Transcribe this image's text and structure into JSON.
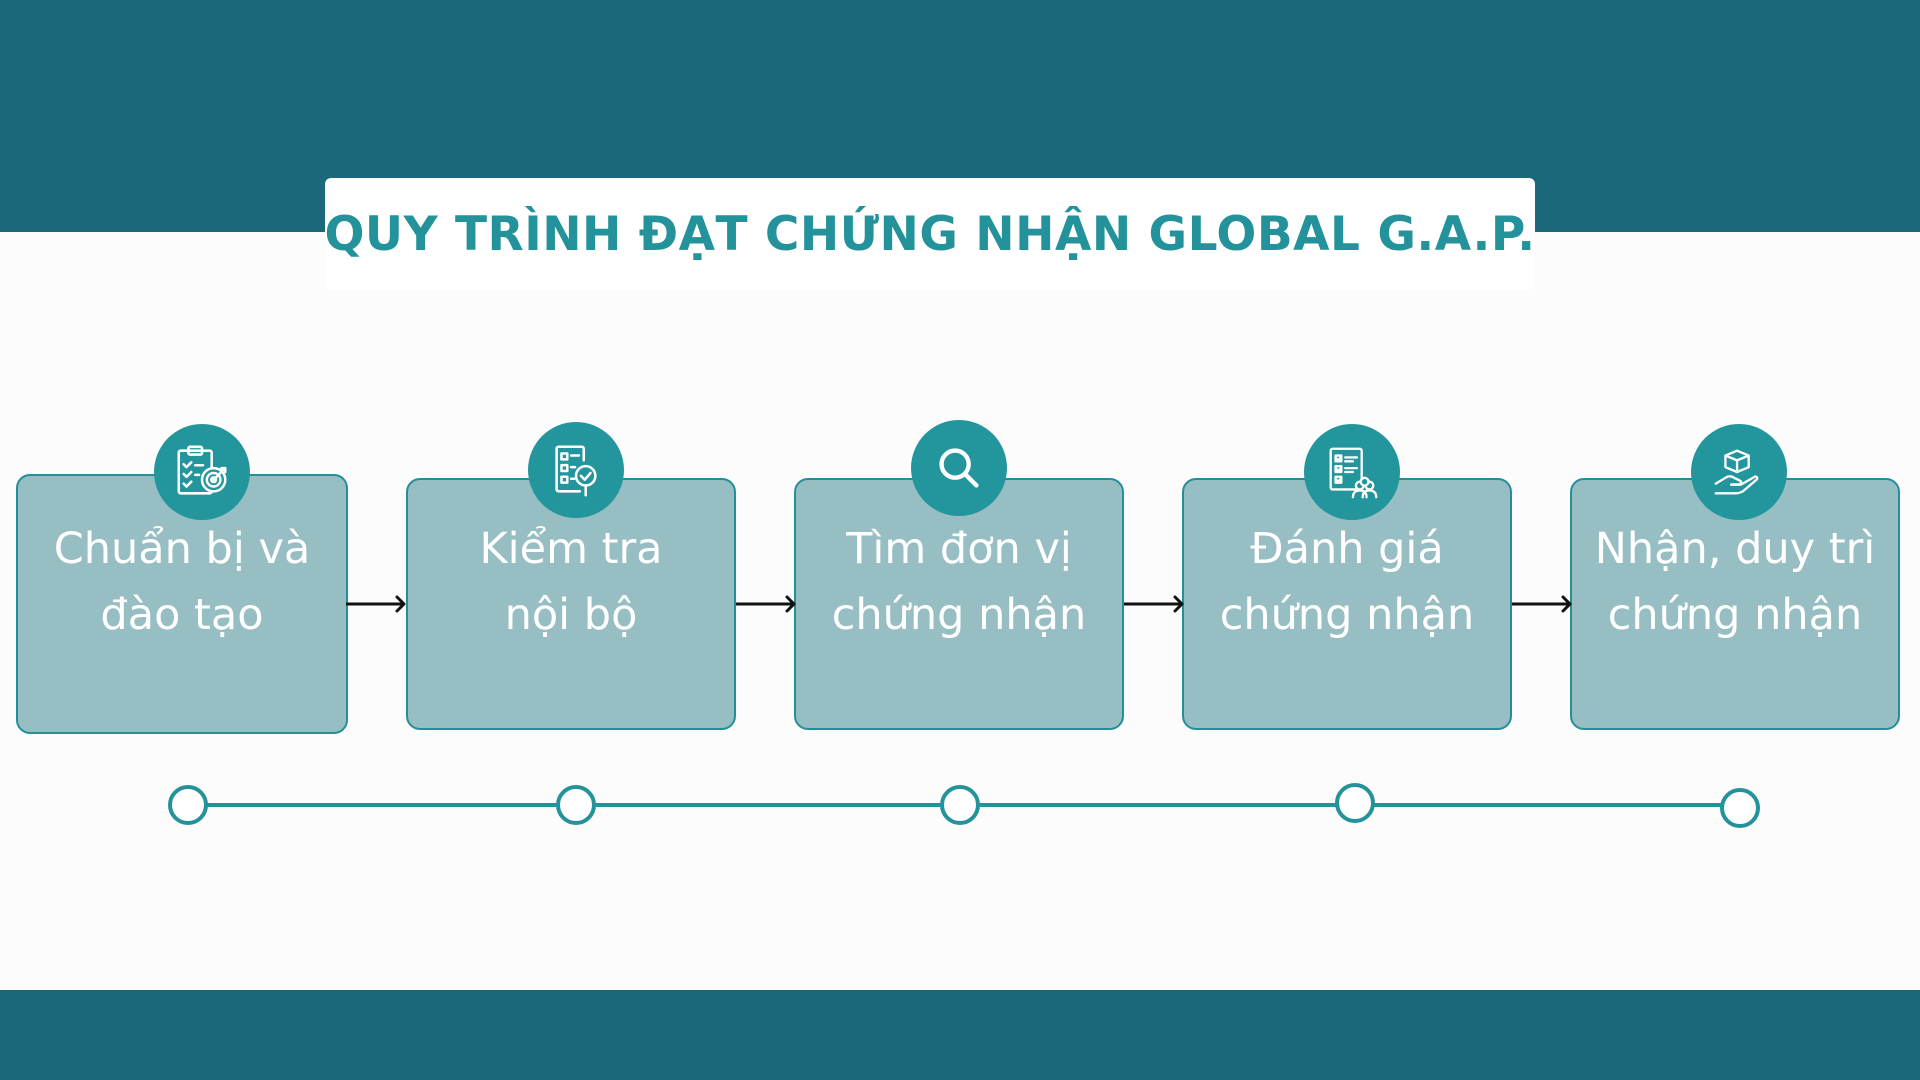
{
  "title": "QUY TRÌNH ĐẠT CHỨNG NHẬN GLOBAL G.A.P.",
  "steps": [
    {
      "label": "Chuẩn bị và\nđào tạo",
      "icon": "clipboard-target-icon"
    },
    {
      "label": "Kiểm tra\nnội bộ",
      "icon": "checklist-magnifier-icon"
    },
    {
      "label": "Tìm đơn vị\nchứng nhận",
      "icon": "search-icon"
    },
    {
      "label": "Đánh giá\nchứng nhận",
      "icon": "checklist-people-icon"
    },
    {
      "label": "Nhận, duy trì\nchứng nhận",
      "icon": "hand-box-icon"
    }
  ],
  "colors": {
    "band": "#1c687b",
    "accent": "#23929a",
    "box_fill": "#97bec2",
    "box_border": "#238f98",
    "arrow": "#111111"
  }
}
